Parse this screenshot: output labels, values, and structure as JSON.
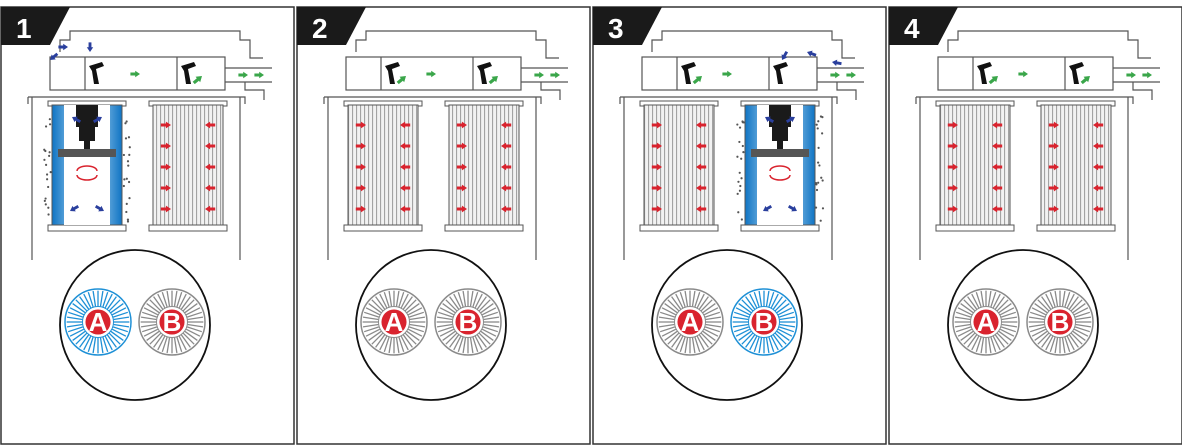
{
  "colors": {
    "panel_border": "#333333",
    "line": "#555555",
    "badge_fill": "#1a1a1a",
    "arrow_red": "#d9232e",
    "arrow_green": "#3aa64a",
    "arrow_blue": "#2a3f9d",
    "active_blue": "#1e90d6",
    "dust": "#555555"
  },
  "panels": [
    {
      "step": "1",
      "cleaning_filter": "A",
      "airflow_blocked_on": "A"
    },
    {
      "step": "2",
      "cleaning_filter": null,
      "airflow_blocked_on": null
    },
    {
      "step": "3",
      "cleaning_filter": "B",
      "airflow_blocked_on": "B"
    },
    {
      "step": "4",
      "cleaning_filter": null,
      "airflow_blocked_on": null
    }
  ],
  "filters": {
    "a_label": "A",
    "b_label": "B"
  },
  "icons": [
    "pulse-valve-icon",
    "airflow-arrow-icon",
    "rotation-arrow-icon"
  ]
}
